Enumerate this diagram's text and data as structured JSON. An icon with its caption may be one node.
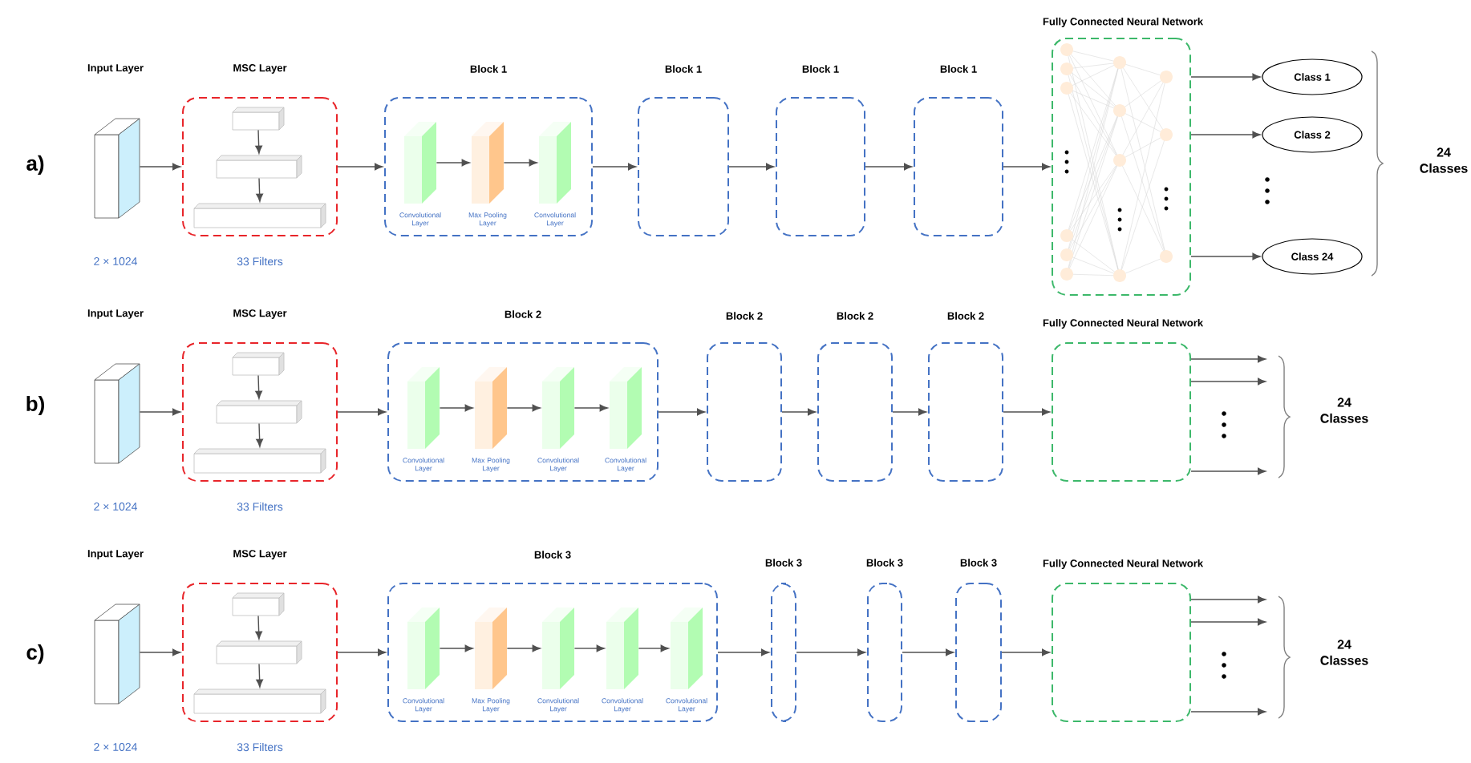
{
  "diagram": {
    "nodes": [
      {
        "text": [
          "Input Layer"
        ],
        "beside": [
          "2 × 1024"
        ]
      },
      {
        "text": [
          "MSC Layer"
        ],
        "beside": [
          "33 Filters"
        ]
      },
      {
        "text": [],
        "shape": "box",
        "in": 1
      },
      {
        "text": [],
        "shape": "box",
        "in": 1
      },
      {
        "text": [],
        "shape": "box",
        "in": 1
      },
      {
        "text": [
          "Block 1"
        ]
      },
      {
        "text": [
          "Convolutional Layer"
        ],
        "in": 5
      },
      {
        "text": [
          "Max Pooling Layer"
        ],
        "in": 5
      },
      {
        "text": [
          "Convolutional Layer"
        ],
        "in": 5
      },
      {
        "text": [
          "Block 1"
        ]
      },
      {
        "text": [
          "Block 1"
        ]
      },
      {
        "text": [
          "Block 1"
        ]
      },
      {
        "text": [
          "Fully Connected Neural Network"
        ]
      },
      {
        "text": [
          "Class 1"
        ]
      },
      {
        "text": [
          "Class 2"
        ]
      },
      {
        "text": [
          "Class 24"
        ]
      },
      {
        "text": [
          "Input Layer"
        ],
        "beside": [
          "2 × 1024"
        ]
      },
      {
        "text": [
          "MSC Layer"
        ],
        "beside": [
          "33 Filters"
        ]
      },
      {
        "text": [],
        "shape": "box",
        "in": 17
      },
      {
        "text": [],
        "shape": "box",
        "in": 17
      },
      {
        "text": [],
        "shape": "box",
        "in": 17
      },
      {
        "text": [
          "Block 2"
        ]
      },
      {
        "text": [
          "Convolutional Layer"
        ],
        "in": 21
      },
      {
        "text": [
          "Max Pooling Layer"
        ],
        "in": 21
      },
      {
        "text": [
          "Convolutional Layer"
        ],
        "in": 21
      },
      {
        "text": [
          "Convolutional Layer"
        ],
        "in": 21
      },
      {
        "text": [
          "Block 2"
        ]
      },
      {
        "text": [
          "Block 2"
        ]
      },
      {
        "text": [
          "Block 2"
        ]
      },
      {
        "text": [
          "Fully Connected Neural Network"
        ]
      },
      {
        "text": [
          "Input Layer"
        ],
        "beside": [
          "2 × 1024"
        ]
      },
      {
        "text": [
          "MSC Layer"
        ],
        "beside": [
          "33 Filters"
        ]
      },
      {
        "text": [],
        "shape": "box",
        "in": 31
      },
      {
        "text": [],
        "shape": "box",
        "in": 31
      },
      {
        "text": [],
        "shape": "box",
        "in": 31
      },
      {
        "text": [
          "Block 3"
        ]
      },
      {
        "text": [
          "Convolutional Layer"
        ],
        "in": 35
      },
      {
        "text": [
          "Max Pooling Layer"
        ],
        "in": 35
      },
      {
        "text": [
          "Convolutional Layer"
        ],
        "in": 35
      },
      {
        "text": [
          "Convolutional Layer"
        ],
        "in": 35
      },
      {
        "text": [
          "Convolutional Layer"
        ],
        "in": 35
      },
      {
        "text": [
          "Block 3"
        ]
      },
      {
        "text": [
          "Block 3"
        ]
      },
      {
        "text": [
          "Block 3"
        ]
      },
      {
        "text": [
          "Fully Connected Neural Network"
        ]
      }
    ],
    "edges": [
      {
        "from": 0,
        "to": 1,
        "arrow": "to"
      },
      {
        "from": 2,
        "to": 3,
        "arrow": "to"
      },
      {
        "from": 3,
        "to": 4,
        "arrow": "to"
      },
      {
        "from": 1,
        "to": 5,
        "arrow": "to"
      },
      {
        "from": 6,
        "to": 7,
        "arrow": "to"
      },
      {
        "from": 7,
        "to": 8,
        "arrow": "to"
      },
      {
        "from": 5,
        "to": 9,
        "arrow": "to"
      },
      {
        "from": 9,
        "to": 10,
        "arrow": "to"
      },
      {
        "from": 10,
        "to": 11,
        "arrow": "to"
      },
      {
        "from": 11,
        "to": 12,
        "arrow": "to"
      },
      {
        "from": 12,
        "to": 13,
        "arrow": "to"
      },
      {
        "from": 12,
        "to": 14,
        "arrow": "to"
      },
      {
        "from": 12,
        "to": 15,
        "arrow": "to"
      },
      {
        "from": 16,
        "to": 17,
        "arrow": "to"
      },
      {
        "from": 18,
        "to": 19,
        "arrow": "to"
      },
      {
        "from": 19,
        "to": 20,
        "arrow": "to"
      },
      {
        "from": 17,
        "to": 21,
        "arrow": "to"
      },
      {
        "from": 22,
        "to": 23,
        "arrow": "to"
      },
      {
        "from": 23,
        "to": 24,
        "arrow": "to"
      },
      {
        "from": 24,
        "to": 25,
        "arrow": "to"
      },
      {
        "from": 21,
        "to": 26,
        "arrow": "to"
      },
      {
        "from": 26,
        "to": 27,
        "arrow": "to"
      },
      {
        "from": 27,
        "to": 28,
        "arrow": "to"
      },
      {
        "from": 28,
        "to": 29,
        "arrow": "to"
      },
      {
        "from": 29,
        "to": null,
        "arrow": "to"
      },
      {
        "from": 29,
        "to": null,
        "arrow": "to"
      },
      {
        "from": 29,
        "to": null,
        "arrow": "to"
      },
      {
        "from": 30,
        "to": 31,
        "arrow": "to"
      },
      {
        "from": 32,
        "to": 33,
        "arrow": "to"
      },
      {
        "from": 33,
        "to": 34,
        "arrow": "to"
      },
      {
        "from": 31,
        "to": 35,
        "arrow": "to"
      },
      {
        "from": 36,
        "to": 37,
        "arrow": "to"
      },
      {
        "from": 37,
        "to": 38,
        "arrow": "to"
      },
      {
        "from": 38,
        "to": 39,
        "arrow": "to"
      },
      {
        "from": 39,
        "to": 40,
        "arrow": "to"
      },
      {
        "from": 35,
        "to": 41,
        "arrow": "to"
      },
      {
        "from": 41,
        "to": 42,
        "arrow": "to"
      },
      {
        "from": 42,
        "to": 43,
        "arrow": "to"
      },
      {
        "from": 43,
        "to": 44,
        "arrow": "to"
      },
      {
        "from": 44,
        "to": null,
        "arrow": "to"
      },
      {
        "from": 44,
        "to": null,
        "arrow": "to"
      },
      {
        "from": 44,
        "to": null,
        "arrow": "to"
      }
    ],
    "labels": [
      "a)",
      "24 Classes",
      "b)",
      "24 Classes",
      "c)",
      "24 Classes"
    ]
  }
}
